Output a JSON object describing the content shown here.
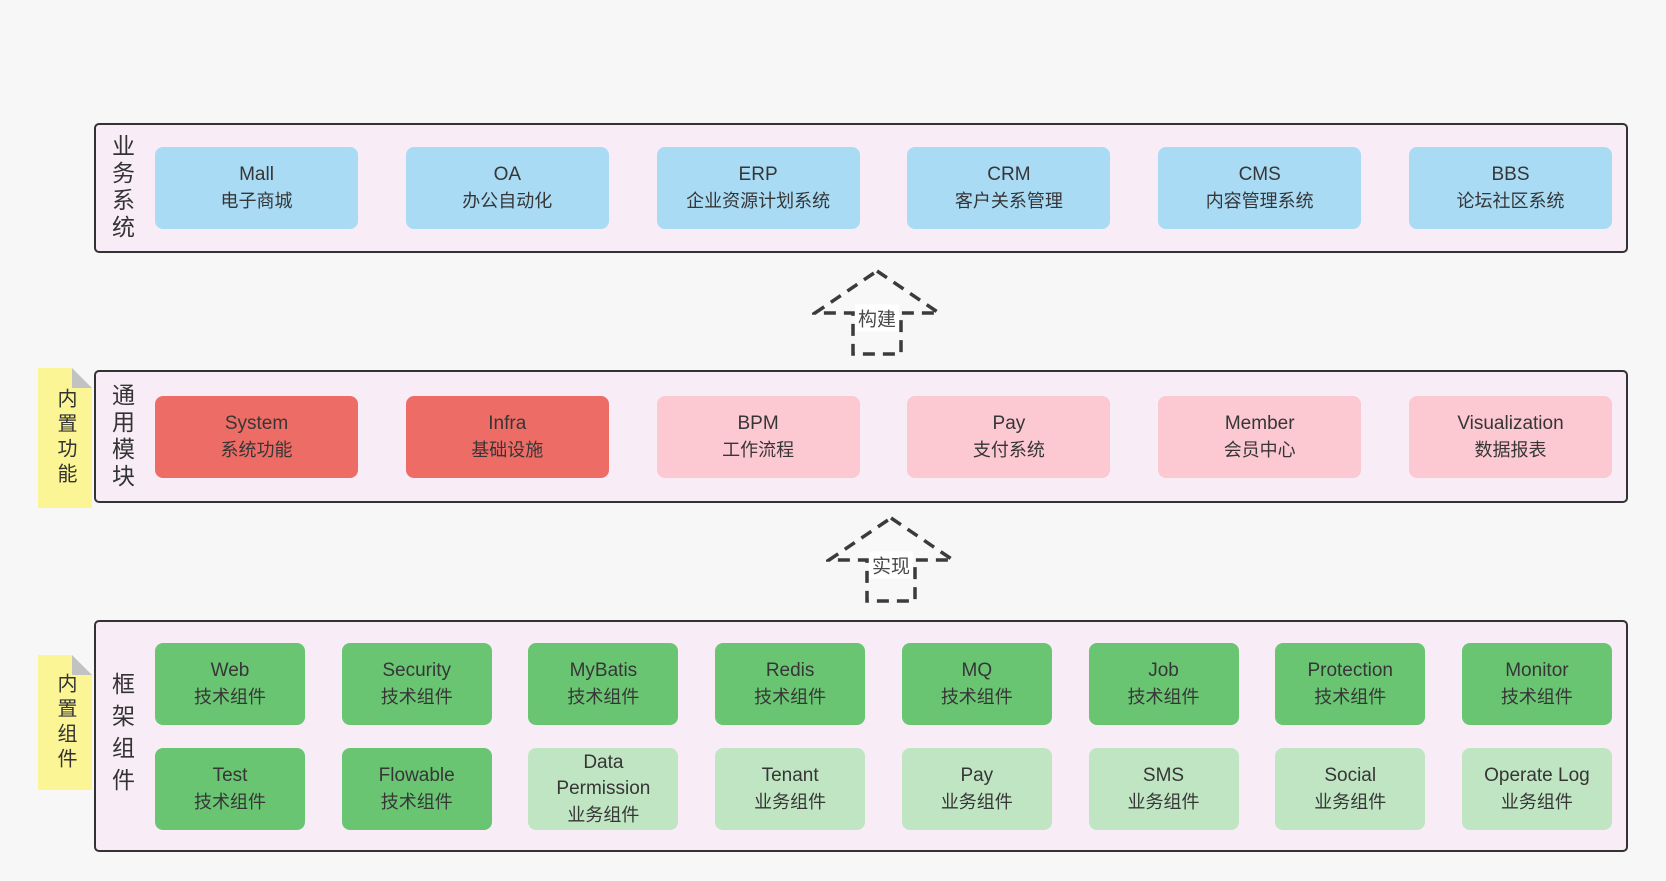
{
  "colors": {
    "page_bg": "#f7f7f7",
    "band_bg": "#f8edf6",
    "band_border": "#333333",
    "blue_box": "#a9dbf5",
    "red_box": "#ee6c66",
    "pink_box": "#fcc8d2",
    "green_box": "#6ac573",
    "light_green_box": "#c0e5c3",
    "sticky_yellow": "#fbf595",
    "text": "#363636"
  },
  "arrows": [
    {
      "label": "构建"
    },
    {
      "label": "实现"
    }
  ],
  "bands": [
    {
      "name": "business-systems",
      "label": "业务系统",
      "boxes": [
        {
          "title": "Mall",
          "subtitle": "电子商城",
          "type": "blue"
        },
        {
          "title": "OA",
          "subtitle": "办公自动化",
          "type": "blue"
        },
        {
          "title": "ERP",
          "subtitle": "企业资源计划系统",
          "type": "blue"
        },
        {
          "title": "CRM",
          "subtitle": "客户关系管理",
          "type": "blue"
        },
        {
          "title": "CMS",
          "subtitle": "内容管理系统",
          "type": "blue"
        },
        {
          "title": "BBS",
          "subtitle": "论坛社区系统",
          "type": "blue"
        }
      ]
    },
    {
      "name": "common-modules",
      "label": "通用模块",
      "sticky": "内置功能",
      "boxes": [
        {
          "title": "System",
          "subtitle": "系统功能",
          "type": "red"
        },
        {
          "title": "Infra",
          "subtitle": "基础设施",
          "type": "red"
        },
        {
          "title": "BPM",
          "subtitle": "工作流程",
          "type": "pink"
        },
        {
          "title": "Pay",
          "subtitle": "支付系统",
          "type": "pink"
        },
        {
          "title": "Member",
          "subtitle": "会员中心",
          "type": "pink"
        },
        {
          "title": "Visualization",
          "subtitle": "数据报表",
          "type": "pink"
        }
      ]
    },
    {
      "name": "framework-components",
      "label": "框架组件",
      "sticky": "内置组件",
      "rows": [
        {
          "boxes": [
            {
              "title": "Web",
              "subtitle": "技术组件",
              "type": "green"
            },
            {
              "title": "Security",
              "subtitle": "技术组件",
              "type": "green"
            },
            {
              "title": "MyBatis",
              "subtitle": "技术组件",
              "type": "green"
            },
            {
              "title": "Redis",
              "subtitle": "技术组件",
              "type": "green"
            },
            {
              "title": "MQ",
              "subtitle": "技术组件",
              "type": "green"
            },
            {
              "title": "Job",
              "subtitle": "技术组件",
              "type": "green"
            },
            {
              "title": "Protection",
              "subtitle": "技术组件",
              "type": "green"
            },
            {
              "title": "Monitor",
              "subtitle": "技术组件",
              "type": "green"
            }
          ]
        },
        {
          "boxes": [
            {
              "title": "Test",
              "subtitle": "技术组件",
              "type": "green"
            },
            {
              "title": "Flowable",
              "subtitle": "技术组件",
              "type": "green"
            },
            {
              "title": "Data Permission",
              "subtitle": "业务组件",
              "type": "light-green"
            },
            {
              "title": "Tenant",
              "subtitle": "业务组件",
              "type": "light-green"
            },
            {
              "title": "Pay",
              "subtitle": "业务组件",
              "type": "light-green"
            },
            {
              "title": "SMS",
              "subtitle": "业务组件",
              "type": "light-green"
            },
            {
              "title": "Social",
              "subtitle": "业务组件",
              "type": "light-green"
            },
            {
              "title": "Operate Log",
              "subtitle": "业务组件",
              "type": "light-green"
            }
          ]
        }
      ]
    }
  ]
}
